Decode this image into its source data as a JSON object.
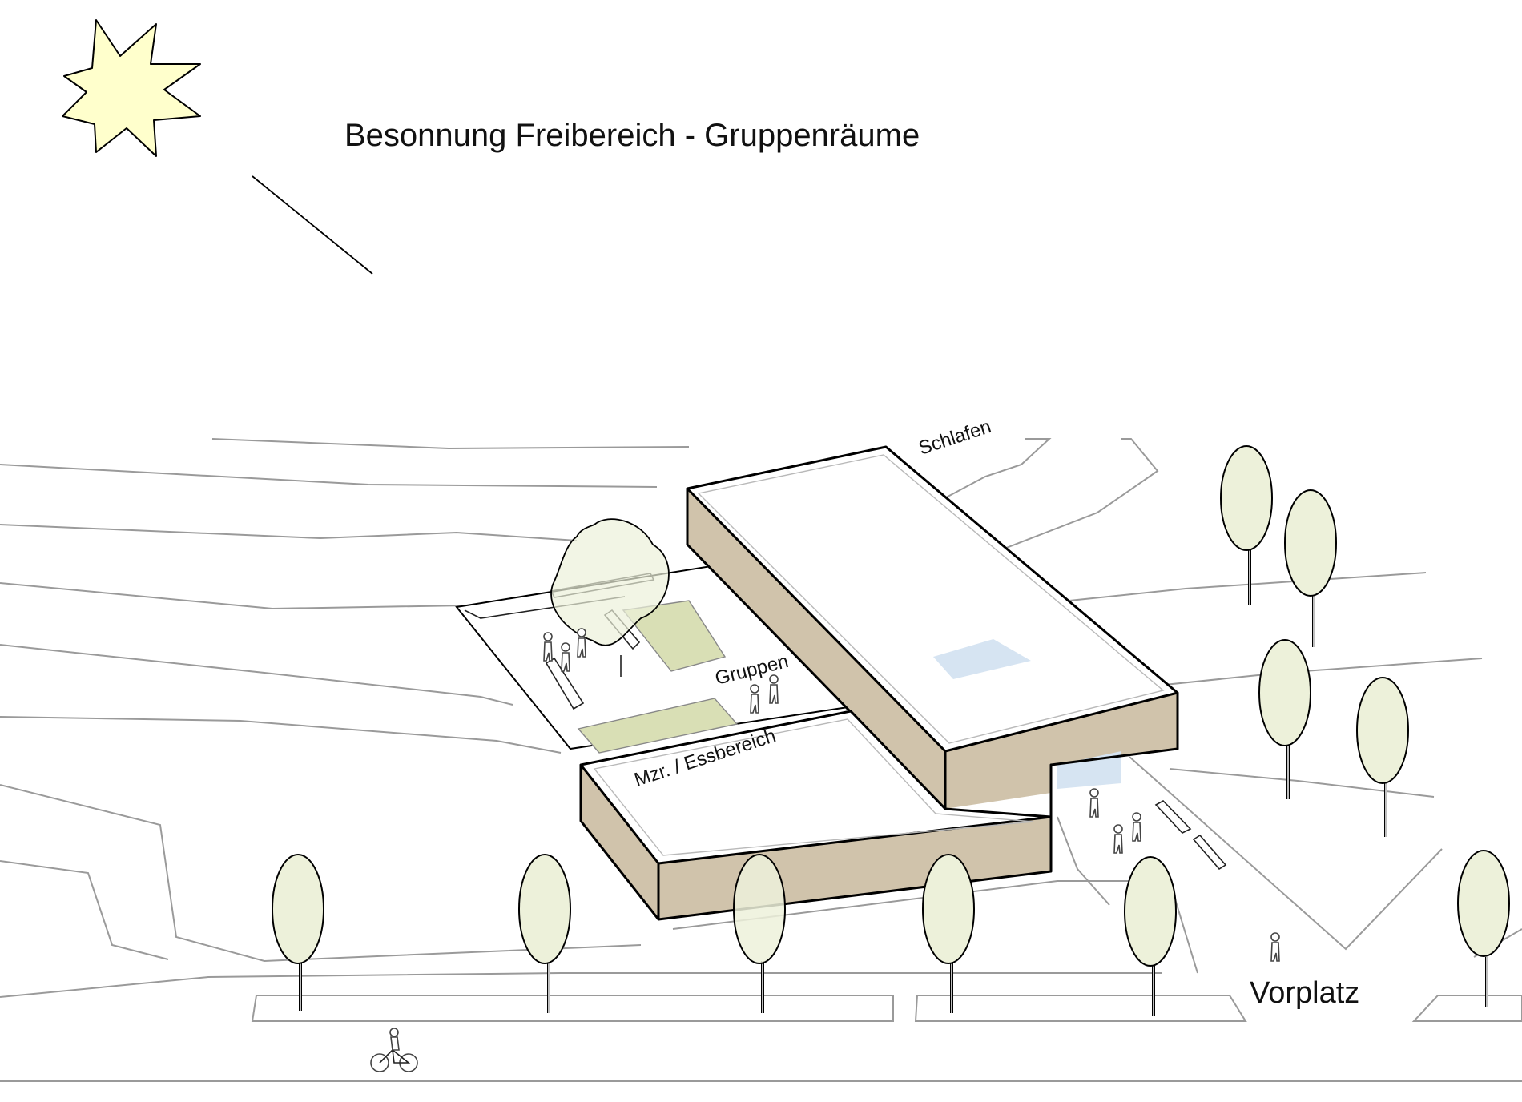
{
  "diagram": {
    "title": "Besonnung Freibereich - Gruppenräume",
    "labels": {
      "schlafen": "Schlafen",
      "gruppen": "Gruppen",
      "mzr_essbereich": "Mzr. / Essbereich",
      "vorplatz": "Vorplatz"
    },
    "icons": {
      "sun": "sun-icon",
      "tree": "tree-icon",
      "person": "person-icon",
      "cyclist": "cyclist-icon"
    },
    "colors": {
      "sun_fill": "#FFFFCC",
      "tree_fill": "#EDF1DA",
      "building_side": "#D0C3AB",
      "roof": "#FFFFFF",
      "lawn": "#D9DFB5",
      "skylight": "#D6E4F2",
      "contour": "#9A9A9A"
    }
  }
}
